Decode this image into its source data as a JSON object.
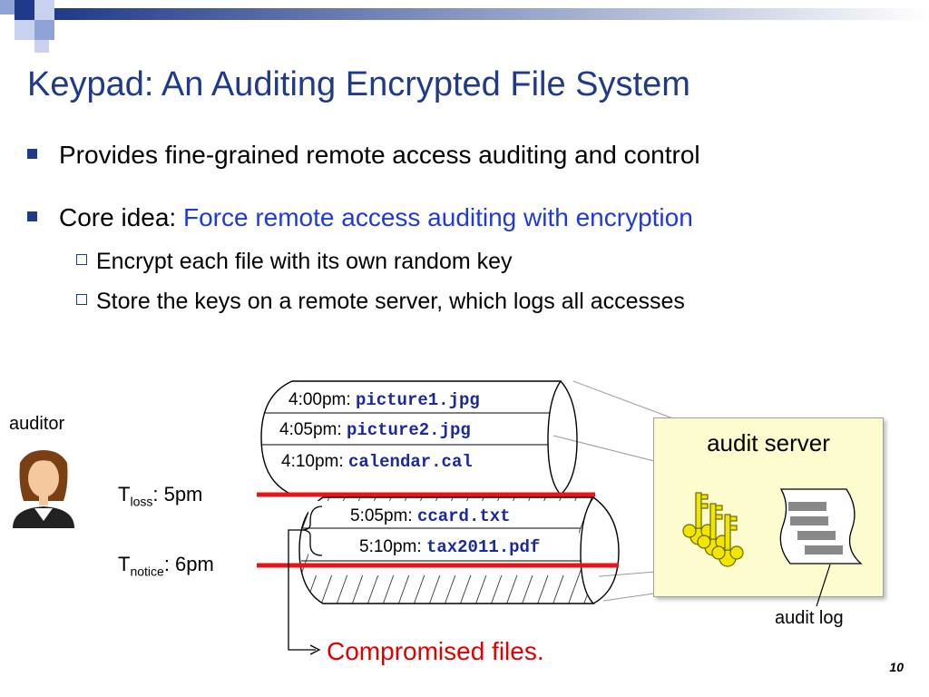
{
  "slide": {
    "title": "Keypad: An Auditing Encrypted File System",
    "bullets": [
      {
        "text": "Provides fine-grained remote access auditing and control"
      },
      {
        "prefix": "Core idea: ",
        "highlight": "Force remote access auditing with encryption",
        "subs": [
          "Encrypt each file with its own random key",
          "Store the keys on a remote server, which logs all accesses"
        ]
      }
    ],
    "page_number": "10"
  },
  "diagram": {
    "top_log": [
      {
        "time": "4:00pm:",
        "file": "picture1.jpg"
      },
      {
        "time": "4:05pm:",
        "file": "picture2.jpg"
      },
      {
        "time": "4:10pm:",
        "file": "calendar.cal"
      }
    ],
    "bottom_log": [
      {
        "time": "5:05pm:",
        "file": "ccard.txt"
      },
      {
        "time": "5:10pm:",
        "file": "tax2011.pdf"
      }
    ],
    "auditor_label": "auditor",
    "t_loss": {
      "T": "T",
      "sub": "loss",
      "value": ": 5pm"
    },
    "t_notice": {
      "T": "T",
      "sub": "notice",
      "value": ": 6pm"
    },
    "server_title": "audit server",
    "audit_log_label": "audit log",
    "compromised_label": "Compromised files.",
    "colors": {
      "title": "#1f3a8a",
      "highlight": "#1f3adb",
      "red_line": "#e8141b",
      "compromised": "#e00000",
      "server_bg": "#fdfccf"
    }
  }
}
